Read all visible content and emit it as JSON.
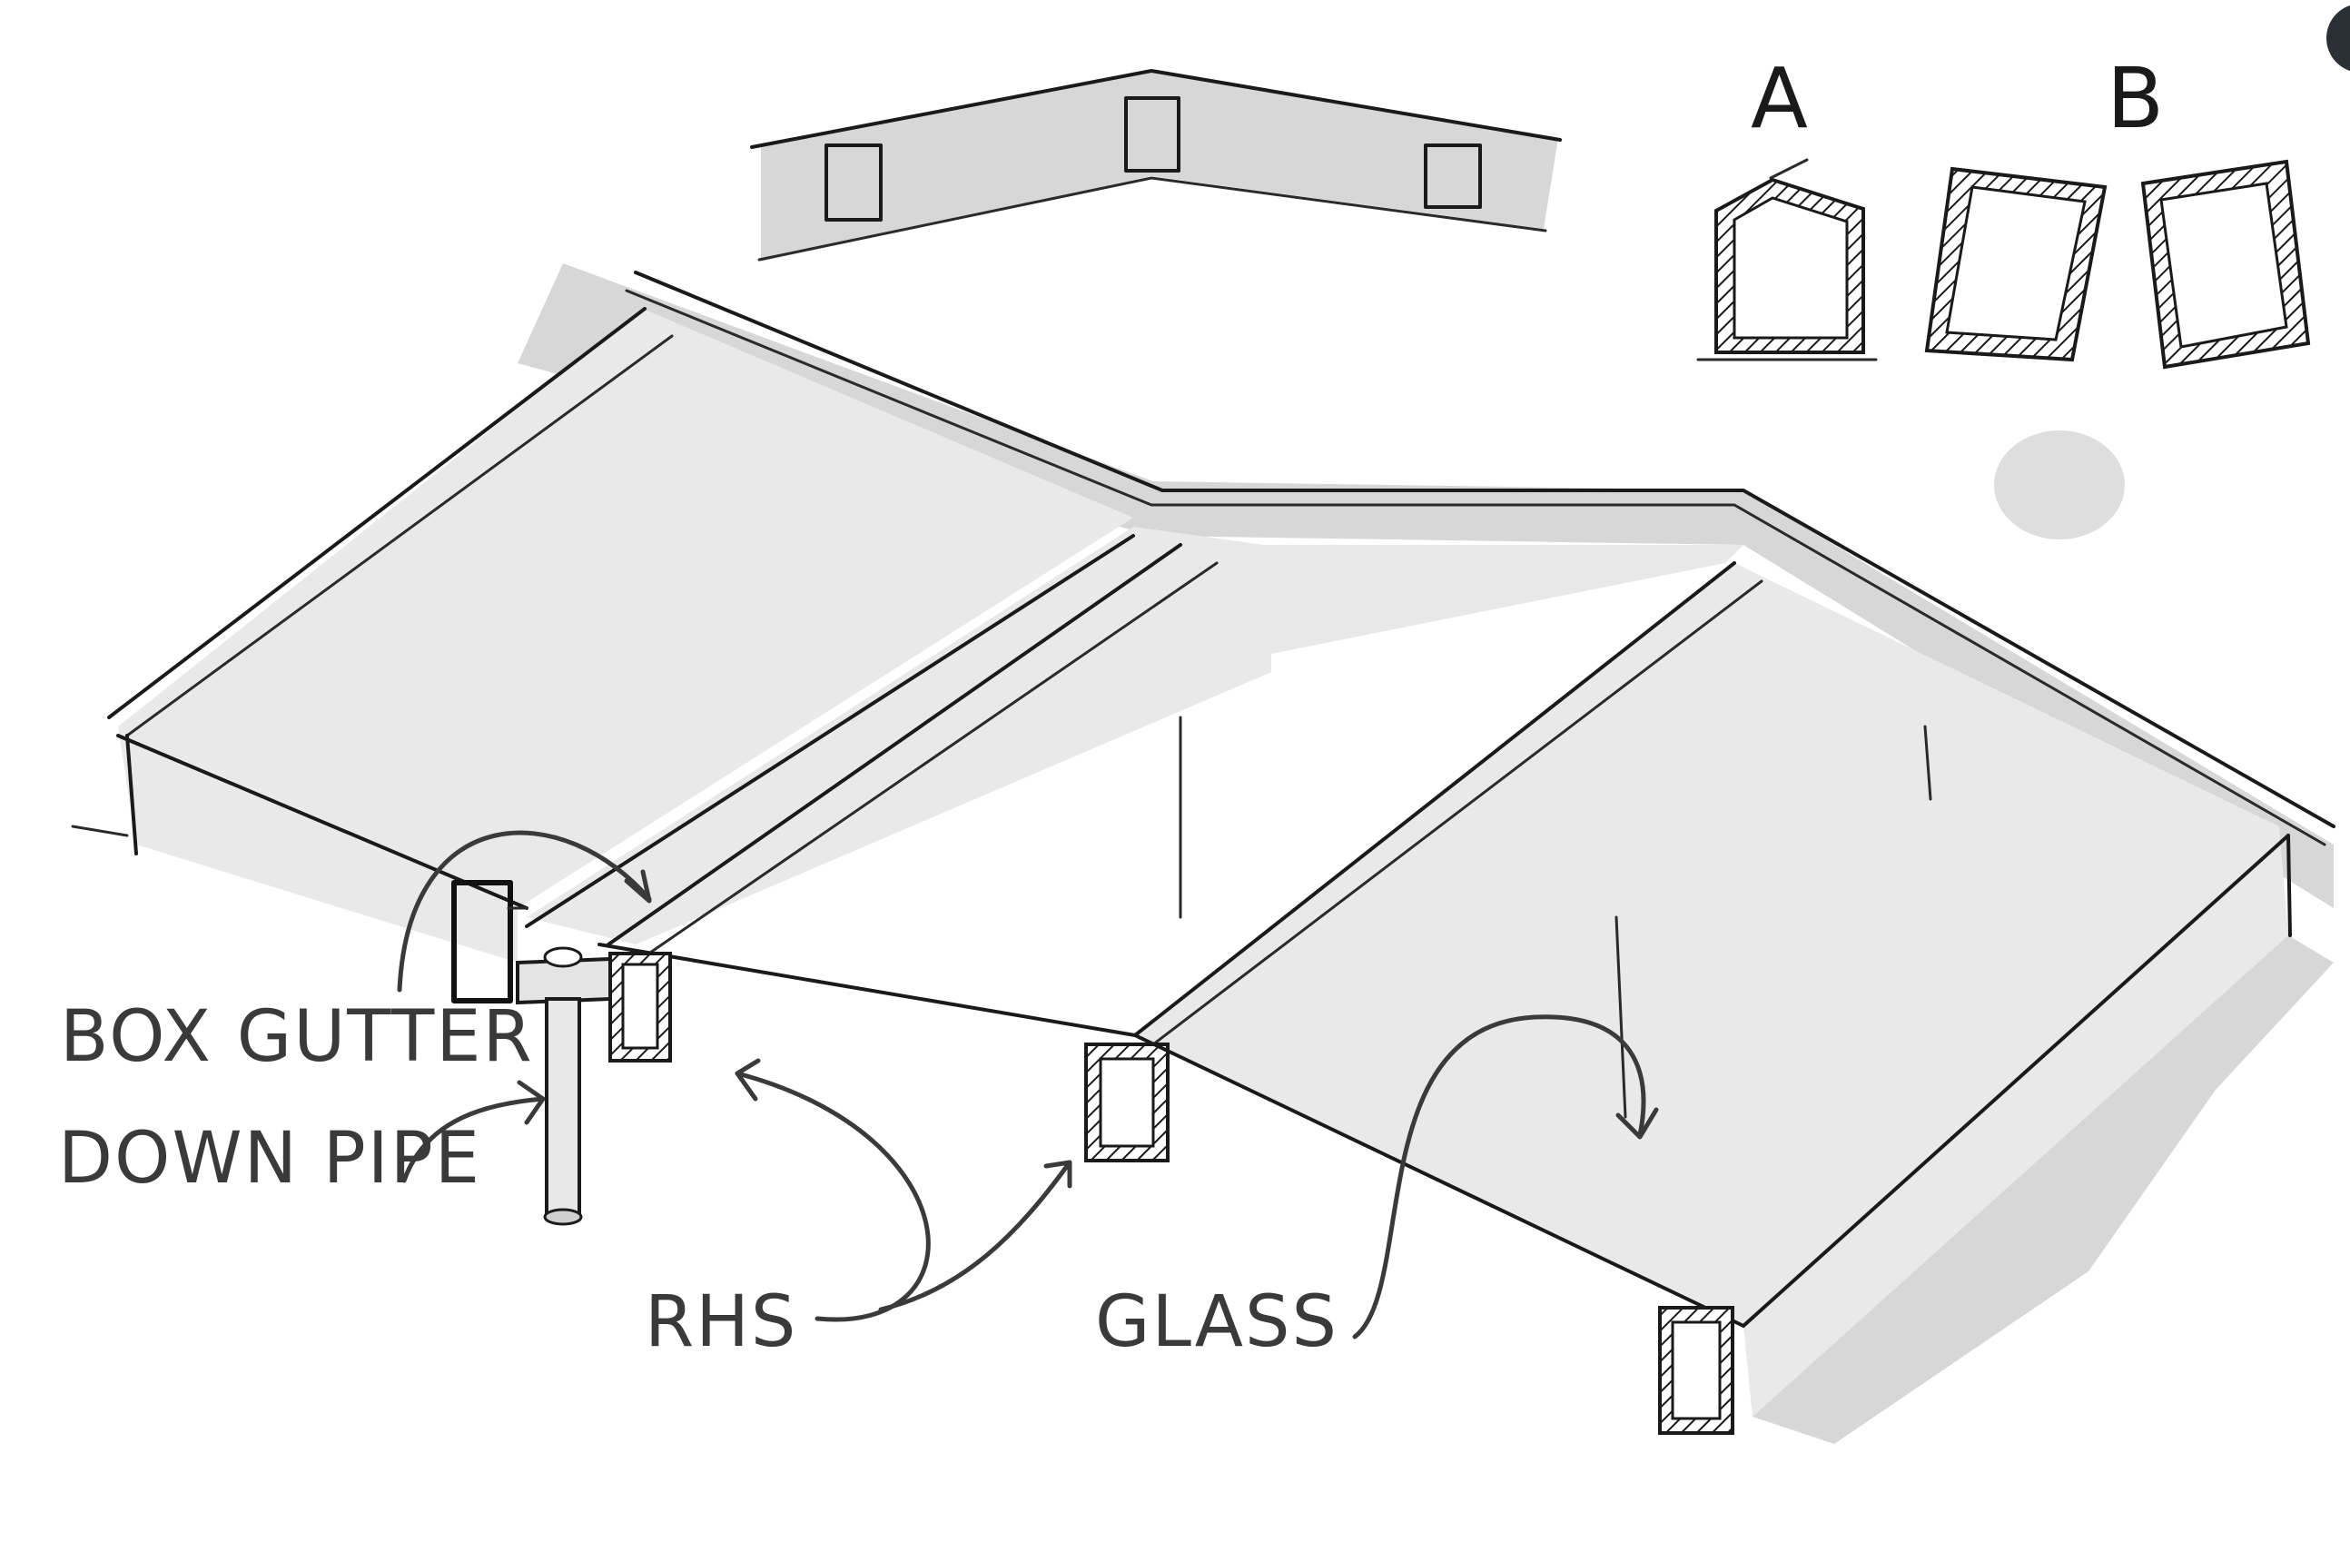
{
  "labels": {
    "box_gutter": "BOX GUTTER",
    "down_pipe": "DOWN PIPE",
    "rhs": "RHS",
    "glass": "GLASS",
    "section_a": "A",
    "section_b": "B"
  },
  "colors": {
    "ink": "#1a1a1a",
    "label_ink": "#3a3a3a",
    "shade": "#d7d7d7",
    "shade_light": "#e9e9e9",
    "background": "#ffffff"
  },
  "icons": {
    "corner_badge": "dark-circle"
  }
}
